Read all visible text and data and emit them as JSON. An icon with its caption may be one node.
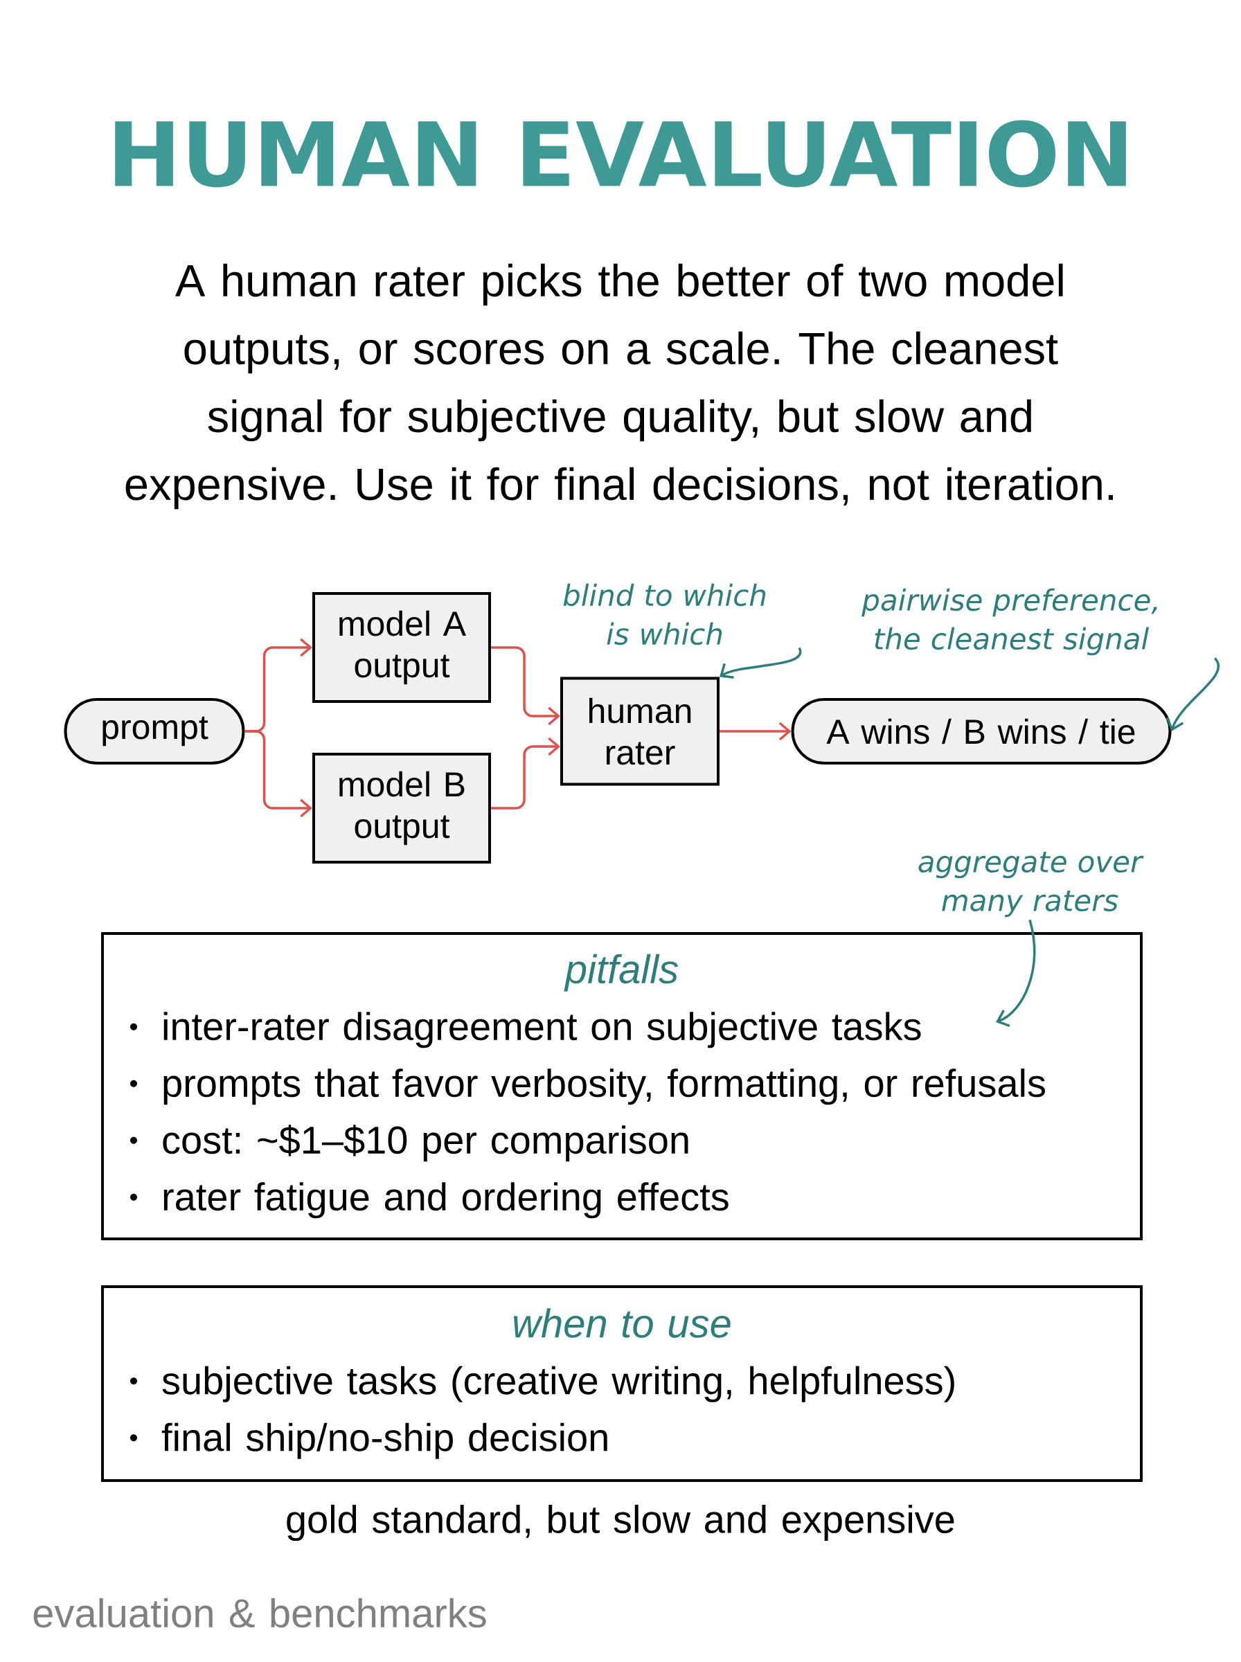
{
  "diagram": {
    "title": "HUMAN EVALUATION",
    "nodes": [
      {
        "text": [
          "prompt"
        ]
      },
      {
        "text": [
          "model A output"
        ]
      },
      {
        "text": [
          "model B output"
        ]
      },
      {
        "text": [
          "blind to which is which"
        ]
      },
      {
        "text": [
          "human rater"
        ]
      },
      {
        "text": [
          "pairwise preference, the cleanest signal"
        ]
      },
      {
        "text": [
          "A wins / B wins / tie"
        ]
      },
      {
        "text": [
          "aggregate over many raters"
        ]
      },
      {
        "text": [
          "pitfalls",
          "inter-rater disagreement on subjective tasks",
          "prompts that favor verbosity, formatting, or refusals",
          "cost: ~$1–$10 per comparison",
          "rater fatigue and ordering effects"
        ]
      },
      {
        "text": [
          "when to use",
          "subjective tasks (creative writing, helpfulness)",
          "final ship/no-ship decision"
        ]
      }
    ],
    "edges": [
      {
        "from": 0,
        "to": 1,
        "arrow": "to"
      },
      {
        "from": 0,
        "to": 2,
        "arrow": "to"
      },
      {
        "from": 1,
        "to": 4,
        "arrow": "to"
      },
      {
        "from": 2,
        "to": 4,
        "arrow": "to"
      },
      {
        "from": 4,
        "to": 6,
        "arrow": "to"
      },
      {
        "from": 3,
        "to": 4,
        "arrow": "to",
        "color": "#2e7d7a"
      },
      {
        "from": 5,
        "to": 6,
        "arrow": "to",
        "color": "#2e7d7a"
      },
      {
        "from": 7,
        "to": 8,
        "arrow": "to",
        "color": "#2e7d7a"
      }
    ],
    "labels": [
      "A human rater picks the better of two model outputs, or scores on a scale. The cleanest signal for subjective quality, but slow and expensive. Use it for final decisions, not iteration.",
      "gold standard, but slow and expensive",
      "evaluation & benchmarks"
    ]
  }
}
